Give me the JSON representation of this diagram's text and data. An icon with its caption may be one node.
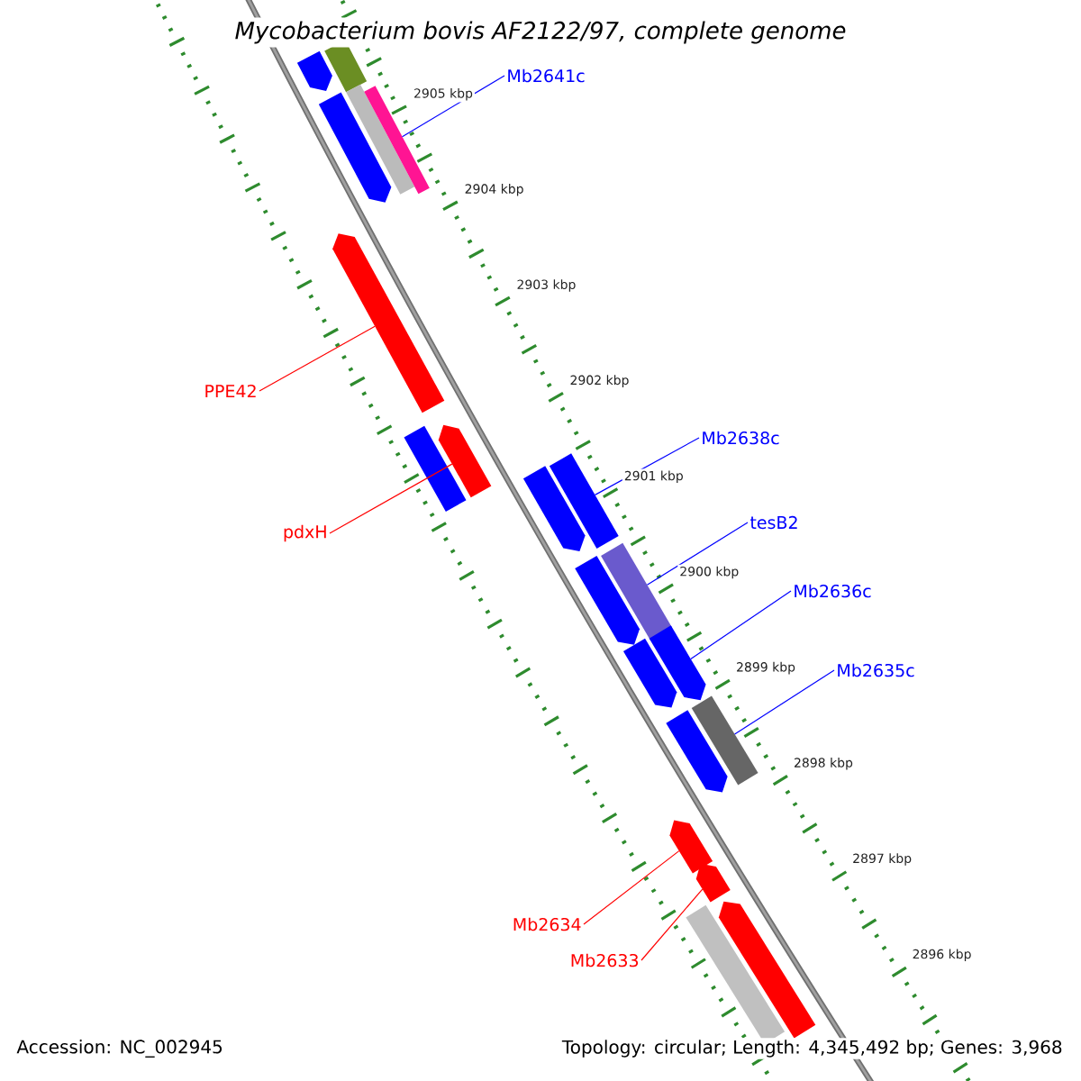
{
  "diagram": {
    "title": "Mycobacterium bovis AF2122/97, complete genome",
    "nodes": [
      {
        "text": [],
        "shape": "bar"
      },
      {
        "text": [],
        "shape": "bar"
      },
      {
        "text": [
          "Mb2641c"
        ]
      },
      {
        "text": [],
        "shape": "bar"
      },
      {
        "text": [],
        "shape": "bar"
      },
      {
        "text": [],
        "shape": "bar"
      },
      {
        "text": [],
        "shape": "bar"
      },
      {
        "text": [
          "PPE42"
        ]
      },
      {
        "text": [],
        "shape": "bar"
      },
      {
        "text": [],
        "shape": "bar"
      },
      {
        "text": [
          "Mb2638c"
        ]
      },
      {
        "text": [],
        "shape": "bar"
      },
      {
        "text": [],
        "shape": "bar"
      },
      {
        "text": [
          "pdxH"
        ]
      },
      {
        "text": [
          "tesB2"
        ]
      },
      {
        "text": [],
        "shape": "bar"
      },
      {
        "text": [],
        "shape": "bar"
      },
      {
        "text": [
          "Mb2636c"
        ]
      },
      {
        "text": [],
        "shape": "bar"
      },
      {
        "text": [],
        "shape": "bar"
      },
      {
        "text": [
          "Mb2635c"
        ]
      },
      {
        "text": [],
        "shape": "bar"
      },
      {
        "text": [],
        "shape": "bar"
      },
      {
        "text": [],
        "shape": "bar"
      },
      {
        "text": [],
        "shape": "bar"
      },
      {
        "text": [
          "Mb2634"
        ]
      },
      {
        "text": [
          "Mb2633"
        ]
      },
      {
        "text": [],
        "shape": "bar"
      },
      {
        "text": [],
        "shape": "bar"
      }
    ],
    "edges": [
      {
        "from": 2,
        "to": 5,
        "arrow": "none",
        "color": "#0000ff"
      },
      {
        "from": 7,
        "to": 6,
        "arrow": "none",
        "color": "#ff0000"
      },
      {
        "from": 10,
        "to": 11,
        "arrow": "none",
        "color": "#0000ff"
      },
      {
        "from": 13,
        "to": 8,
        "arrow": "none",
        "color": "#ff0000"
      },
      {
        "from": 14,
        "to": 15,
        "arrow": "none",
        "color": "#0000ff"
      },
      {
        "from": 17,
        "to": 18,
        "arrow": "none",
        "color": "#0000ff"
      },
      {
        "from": 20,
        "to": 21,
        "arrow": "none",
        "color": "#0000ff"
      },
      {
        "from": 25,
        "to": 23,
        "arrow": "none",
        "color": "#ff0000"
      },
      {
        "from": 26,
        "to": 24,
        "arrow": "none",
        "color": "#ff0000"
      }
    ],
    "labels": [
      "2905 kbp",
      "2904 kbp",
      "2903 kbp",
      "2902 kbp",
      "2901 kbp",
      "2900 kbp",
      "2899 kbp",
      "2898 kbp",
      "2897 kbp",
      "2896 kbp",
      "Accession: NC_002945",
      "Topology: circular; Length: 4,345,492 bp; Genes: 3,968"
    ]
  }
}
